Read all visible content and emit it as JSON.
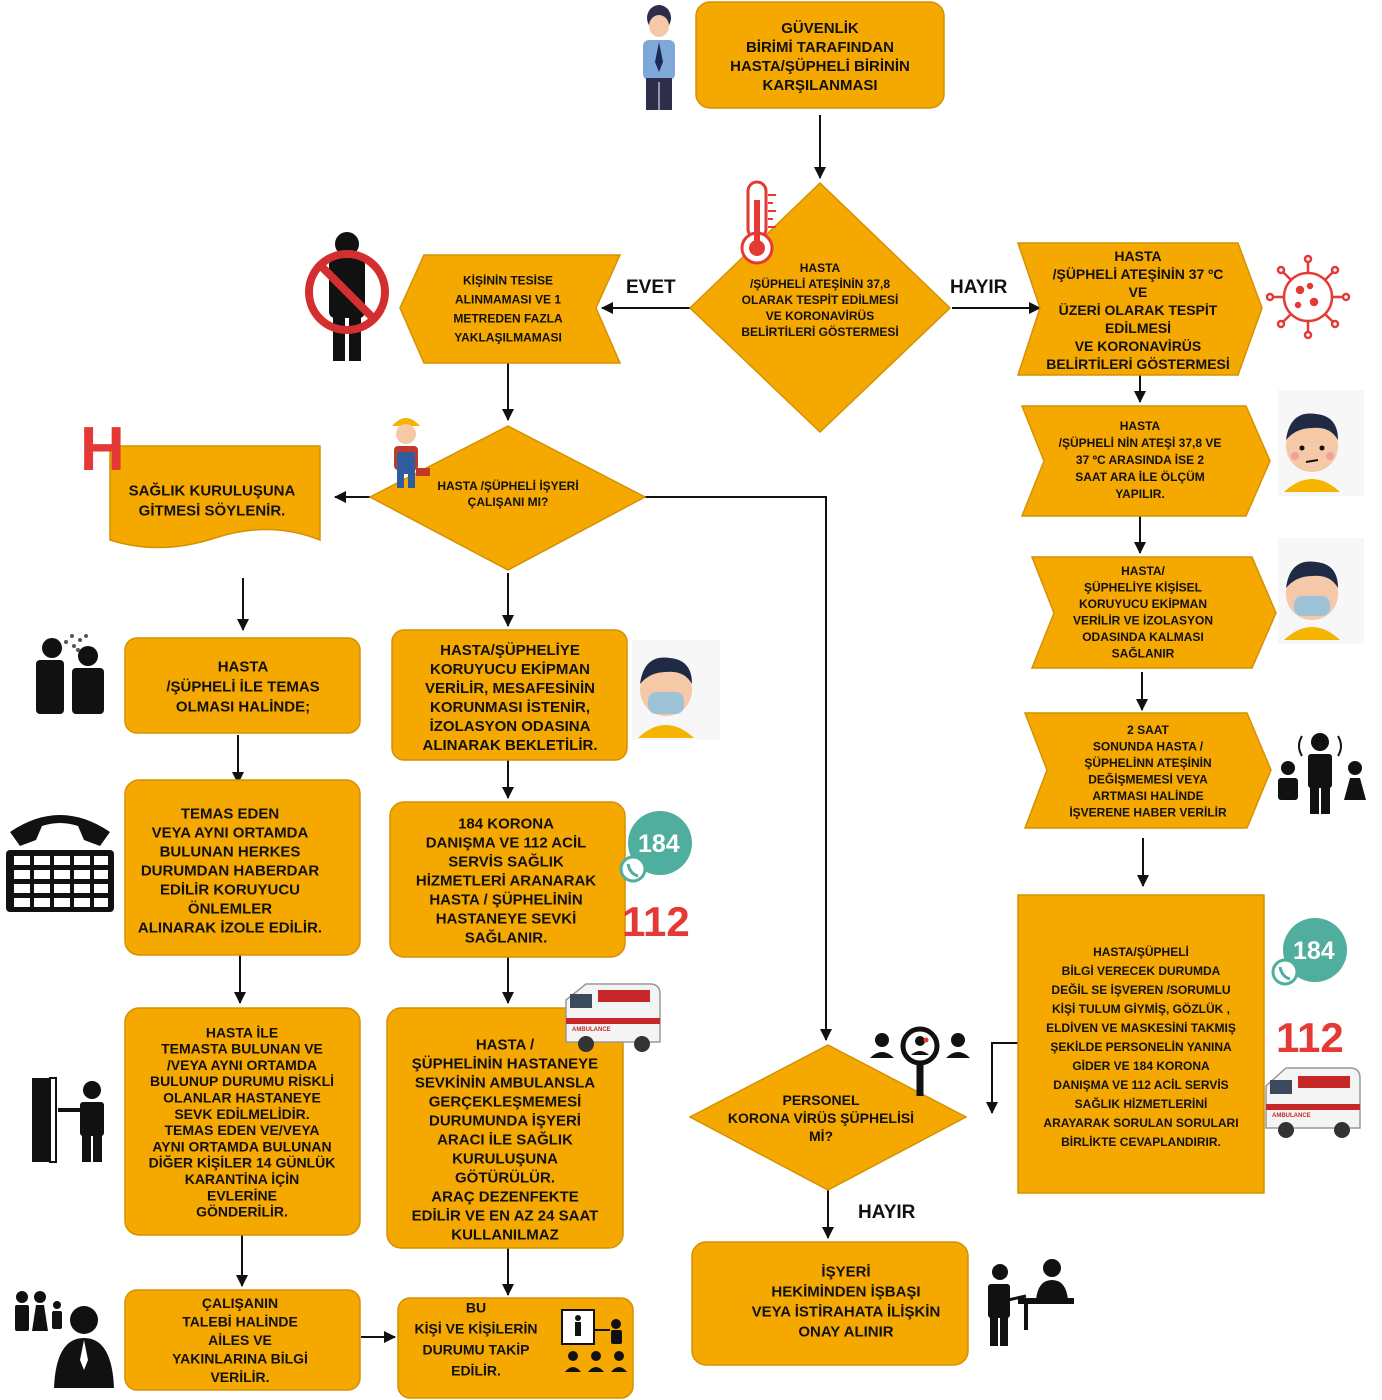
{
  "colors": {
    "box_fill": "#F5A800",
    "box_stroke": "#D49100",
    "line": "#111111",
    "red": "#E53935",
    "teal": "#4FAE9E"
  },
  "nodes": {
    "security": [
      "GÜVENLİK",
      "BİRİMİ TARAFINDAN",
      "HASTA/ŞÜPHELİ BİRİNİN",
      "KARŞILANMASI"
    ],
    "fever_check": [
      "HASTA",
      "/ŞÜPHELİ ATEŞİNİN 37,8",
      "OLARAK TESPİT EDİLMESİ",
      "VE KORONAVİRÜS",
      "BELİRTİLERİ GÖSTERMESİ"
    ],
    "no_entry": [
      "KİŞİNİN TESİSE",
      "ALINMAMASI VE 1",
      "METREDEN FAZLA",
      "YAKLAŞILMAMASI"
    ],
    "fever_37": [
      "HASTA",
      "/ŞÜPHELİ ATEŞİNİN 37 ºC",
      "VE",
      "ÜZERİ OLARAK TESPİT",
      "EDİLMESİ",
      "VE KORONAVİRÜS",
      "BELİRTİLERİ GÖSTERMESİ"
    ],
    "remeasure": [
      "HASTA",
      "/ŞÜPHELİ NİN ATEŞİ 37,8 VE",
      "37 ºC ARASINDA İSE 2",
      "SAAT ARA İLE ÖLÇÜM",
      "YAPILIR."
    ],
    "worker_q": [
      "HASTA /ŞÜPHELİ İŞYERİ",
      "ÇALIŞANI MI?"
    ],
    "health_go": [
      "SAĞLIK KURULUŞUNA",
      "GİTMESİ SÖYLENİR."
    ],
    "ppe_right": [
      "HASTA/",
      "ŞÜPHELİYE KİŞİSEL",
      "KORUYUCU EKİPMAN",
      "VERİLİR VE İZOLASYON",
      "ODASINDA KALMASI",
      "SAĞLANIR"
    ],
    "contact": [
      "HASTA",
      "/ŞÜPHELİ İLE TEMAS",
      "OLMASI HALİNDE;"
    ],
    "ppe_mid": [
      "HASTA/ŞÜPHELİYE",
      "KORUYUCU EKİPMAN",
      "VERİLİR, MESAFESİNİN",
      "KORUNMASI İSTENİR,",
      "İZOLASYON ODASINA",
      "ALINARAK BEKLETİLİR."
    ],
    "two_hours": [
      "2 SAAT",
      "SONUNDA HASTA /",
      "ŞÜPHELİNN ATEŞİNİN",
      "DEĞİŞMEMESİ VEYA",
      "ARTMASI HALİNDE",
      "İŞVERENE HABER VERİLİR"
    ],
    "contact_inform": [
      "TEMAS EDEN",
      "VEYA AYNI ORTAMDA",
      "BULUNAN HERKES",
      "DURUMDAN HABERDAR",
      "EDİLİR KORUYUCU",
      "ÖNLEMLER",
      "ALINARAK İZOLE EDİLİR."
    ],
    "call_184": [
      "184 KORONA",
      "DANIŞMA VE 112 ACİL",
      "SERVİS SAĞLIK",
      "HİZMETLERİ ARANARAK",
      "HASTA / ŞÜPHELİNİN",
      "HASTANEYE SEVKİ",
      "SAĞLANIR."
    ],
    "employer_help": [
      "HASTA/ŞÜPHELİ",
      "BİLGİ VERECEK DURUMDA",
      "DEĞİL SE İŞVEREN /SORUMLU",
      "KİŞİ TULUM GİYMİŞ, GÖZLÜK ,",
      "ELDİVEN VE MASKESİNİ TAKMIŞ",
      "ŞEKİLDE PERSONELİN YANINA",
      "GİDER VE 184 KORONA",
      "DANIŞMA VE 112 ACİL SERVİS",
      "SAĞLIK HİZMETLERİNİ",
      "ARAYARAK SORULAN SORULARI",
      "BİRLİKTE CEVAPLANDIRIR."
    ],
    "quarantine": [
      "HASTA İLE",
      "TEMASTA BULUNAN VE",
      "/VEYA AYNI ORTAMDA",
      "BULUNUP DURUMU RİSKLİ",
      "OLANLAR  HASTANEYE",
      "SEVK EDİLMELİDİR.",
      "TEMAS EDEN VE/VEYA",
      "AYNI ORTAMDA BULUNAN",
      "DİĞER KİŞİLER 14 GÜNLÜK",
      "KARANTİNA İÇİN",
      "EVLERİNE",
      "GÖNDERİLİR."
    ],
    "vehicle": [
      "HASTA /",
      "ŞÜPHELİNİN HASTANEYE",
      "SEVKİNİN AMBULANSLA",
      "GERÇEKLEŞMEMESİ",
      "DURUMUNDA  İŞYERİ",
      "ARACI İLE SAĞLIK",
      "KURULUŞUNA",
      "GÖTÜRÜLÜR.",
      "ARAÇ DEZENFEKTE",
      "EDİLİR VE EN AZ 24 SAAT",
      "KULLANILMAZ"
    ],
    "suspect_q": [
      "PERSONEL",
      "KORONA VİRÜS ŞÜPHELİSİ",
      "Mİ?"
    ],
    "family": [
      "ÇALIŞANIN",
      "TALEBİ HALİNDE",
      "AİLES VE",
      "YAKINLARINA BİLGİ",
      "VERİLİR."
    ],
    "follow_up": [
      "BU",
      "KİŞİ VE KİŞİLERİN",
      "DURUMU TAKİP",
      "EDİLİR."
    ],
    "doctor": [
      "İŞYERİ",
      "HEKİMİNDEN İŞBAŞI",
      "VEYA İSTİRAHATA İLİŞKİN",
      "ONAY ALINIR"
    ]
  },
  "labels": {
    "yes": "EVET",
    "no": "HAYIR",
    "no2": "HAYIR",
    "h_sign": "H",
    "n184a": "184",
    "n112a": "112",
    "n184b": "184",
    "n112b": "112",
    "amb": "AMBULANCE"
  },
  "icons": [
    "security-guard-icon",
    "thermometer-icon",
    "no-person-icon",
    "virus-icon",
    "sick-face-icon",
    "worker-icon",
    "hospital-h-icon",
    "masked-face-icon",
    "cough-spread-icon",
    "telephone-icon",
    "group-notify-icon",
    "call-184-icon",
    "ambulance-icon",
    "door-exit-icon",
    "search-person-icon",
    "family-info-icon",
    "monitor-people-icon",
    "doctor-desk-icon"
  ]
}
